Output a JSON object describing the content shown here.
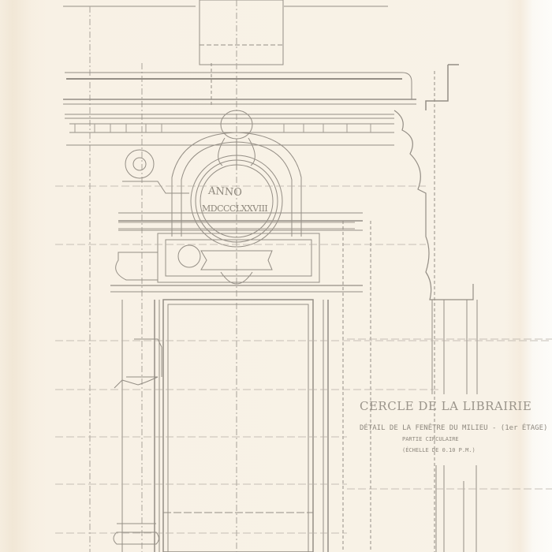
{
  "drawing": {
    "title": "CERCLE DE LA LIBRAIRIE",
    "subtitle": "DÉTAIL DE LA FENÊTRE DU MILIEU - (1er ÉTAGE)",
    "part": "PARTIE CIRCULAIRE",
    "scale": "(ÉCHELLE DE 0.10 P.M.)",
    "inscription_line1": "ANNO",
    "inscription_line2": "MDCCCLXXVIII",
    "colors": {
      "paper": "#f8f1e5",
      "ink": "#8f8a82",
      "ink_light": "#b8b2a8"
    }
  }
}
